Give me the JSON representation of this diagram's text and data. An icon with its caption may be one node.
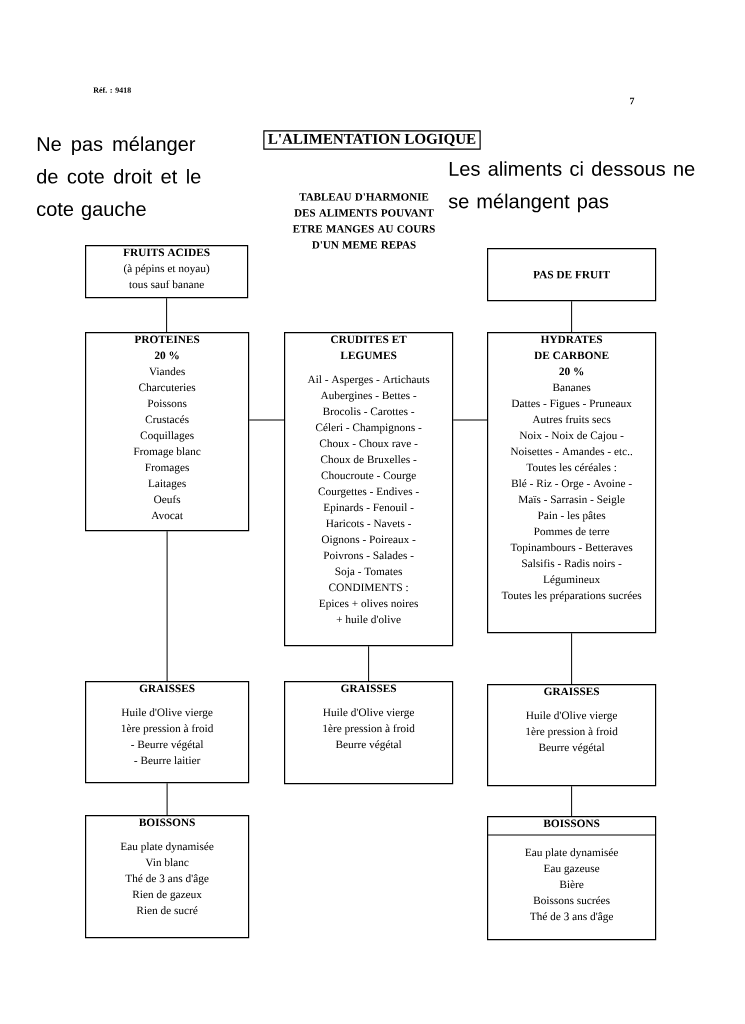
{
  "diagram": {
    "title": "L'ALIMENTATION LOGIQUE",
    "nodes": [
      {
        "text": [
          "FRUITS ACIDES",
          "(à pépins et noyau)",
          "tous sauf banane"
        ]
      },
      {
        "text": [
          "PAS DE FRUIT"
        ]
      },
      {
        "text": [
          "PROTEINES",
          "20 %",
          "Viandes",
          "Charcuteries",
          "Poissons",
          "Crustacés",
          "Coquillages",
          "Fromage blanc",
          "Fromages",
          "Laitages",
          "Oeufs",
          "Avocat"
        ]
      },
      {
        "text": [
          "CRUDITES ET LEGUMES",
          "Ail - Asperges - Artichauts",
          "Aubergines - Bettes -",
          "Brocolis - Carottes -",
          "Céleri - Champignons -",
          "Choux - Choux rave -",
          "Choux de Bruxelles -",
          "Choucroute - Courge",
          "Courgettes - Endives -",
          "Epinards - Fenouil -",
          "Haricots - Navets -",
          "Oignons - Poireaux -",
          "Poivrons - Salades -",
          "Soja - Tomates",
          "CONDIMENTS :",
          "Epices + olives noires",
          "+ huile d'olive"
        ]
      },
      {
        "text": [
          "HYDRATES DE CARBONE",
          "20 %",
          "Bananes",
          "Dattes - Figues - Pruneaux",
          "Autres fruits secs",
          "Noix - Noix de Cajou -",
          "Noisettes - Amandes - etc..",
          "Toutes les céréales :",
          "Blé - Riz - Orge - Avoine -",
          "Maïs - Sarrasin - Seigle",
          "Pain - les pâtes",
          "Pommes de terre",
          "Topinambours - Betteraves",
          "Salsifis - Radis noirs -",
          "Légumineux",
          "Toutes les préparations sucrées"
        ]
      },
      {
        "text": [
          "GRAISSES",
          "Huile d'Olive vierge",
          "1ère pression à froid",
          "- Beurre végétal",
          "- Beurre laitier"
        ]
      },
      {
        "text": [
          "GRAISSES",
          "Huile d'Olive vierge",
          "1ère pression à froid",
          "Beurre végétal"
        ]
      },
      {
        "text": [
          "GRAISSES",
          "Huile d'Olive vierge",
          "1ère pression à froid",
          "Beurre végétal"
        ]
      },
      {
        "text": [
          "BOISSONS",
          "Eau plate dynamisée",
          "Vin blanc",
          "Thé de 3 ans d'âge",
          "Rien de gazeux",
          "Rien de sucré"
        ]
      },
      {
        "text": [
          "BOISSONS",
          "Eau plate dynamisée",
          "Eau gazeuse",
          "Bière",
          "Boissons sucrées",
          "Thé de 3 ans d'âge"
        ]
      }
    ],
    "edges": [
      {
        "from": 0,
        "to": 2,
        "arrow": "none"
      },
      {
        "from": 1,
        "to": 4,
        "arrow": "none"
      },
      {
        "from": 2,
        "to": 3,
        "arrow": "none"
      },
      {
        "from": 3,
        "to": 4,
        "arrow": "none"
      },
      {
        "from": 2,
        "to": 5,
        "arrow": "none"
      },
      {
        "from": 3,
        "to": 6,
        "arrow": "none"
      },
      {
        "from": 4,
        "to": 7,
        "arrow": "none"
      },
      {
        "from": 5,
        "to": 8,
        "arrow": "none"
      },
      {
        "from": 7,
        "to": 9,
        "arrow": "none"
      }
    ],
    "labels": [
      "Réf. : 9418",
      "7",
      "Ne pas mélanger de cote droit et le cote gauche",
      "Les aliments ci dessous ne se mélangent pas",
      "TABLEAU D'HARMONIE DES ALIMENTS POUVANT ETRE MANGES AU COURS D'UN MEME REPAS"
    ]
  }
}
